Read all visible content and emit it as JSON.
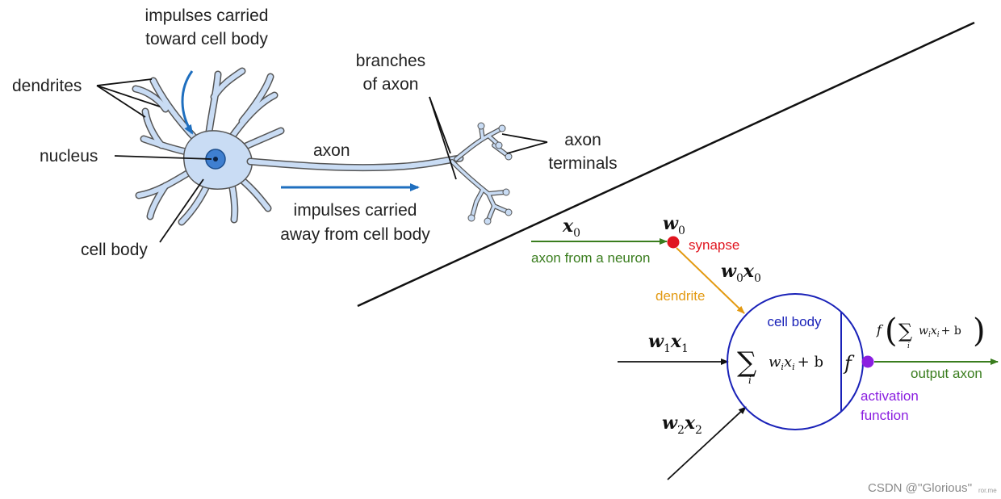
{
  "colors": {
    "synapse": "#e0141e",
    "dendrite": "#e39a12",
    "axon_in": "#3a7d1e",
    "cell_body": "#1a22b8",
    "activation": "#8a1ee0",
    "neuron_fill": "#c9dcf4",
    "nucleus": "#3f7fd0",
    "impulse_arrow": "#1f6fbf"
  },
  "biological": {
    "impulses_in_line1": "impulses carried",
    "impulses_in_line2": "toward cell body",
    "dendrites": "dendrites",
    "nucleus": "nucleus",
    "cell_body": "cell body",
    "axon": "axon",
    "branches_line1": "branches",
    "branches_line2": "of axon",
    "terminals_line1": "axon",
    "terminals_line2": "terminals",
    "impulses_out_line1": "impulses carried",
    "impulses_out_line2": "away from cell body"
  },
  "model": {
    "x0": "x",
    "x0_sub": "0",
    "w0": "w",
    "w0_sub": "0",
    "synapse": "synapse",
    "axon_from": "axon from a neuron",
    "w0x0_w": "w",
    "w0x0_sub1": "0",
    "w0x0_x": "x",
    "w0x0_sub2": "0",
    "dendrite": "dendrite",
    "cell_body": "cell body",
    "w1x1_w": "w",
    "w1x1_sub1": "1",
    "w1x1_x": "x",
    "w1x1_sub2": "1",
    "w2x2_w": "w",
    "w2x2_sub1": "2",
    "w2x2_x": "x",
    "w2x2_sub2": "2",
    "sum_symbol": "∑",
    "sum_index": "i",
    "sum_term_w": "w",
    "sum_term_wsub": "i",
    "sum_term_x": "x",
    "sum_term_xsub": "i",
    "sum_plus_b": "+ b",
    "f_symbol": "f",
    "out_f": "f",
    "out_paren_open": "(",
    "out_paren_close": ")",
    "output_axon": "output axon",
    "activation_line1": "activation",
    "activation_line2": "function"
  },
  "watermark": {
    "main": "CSDN @''Glorious''",
    "small": "ror.me"
  }
}
